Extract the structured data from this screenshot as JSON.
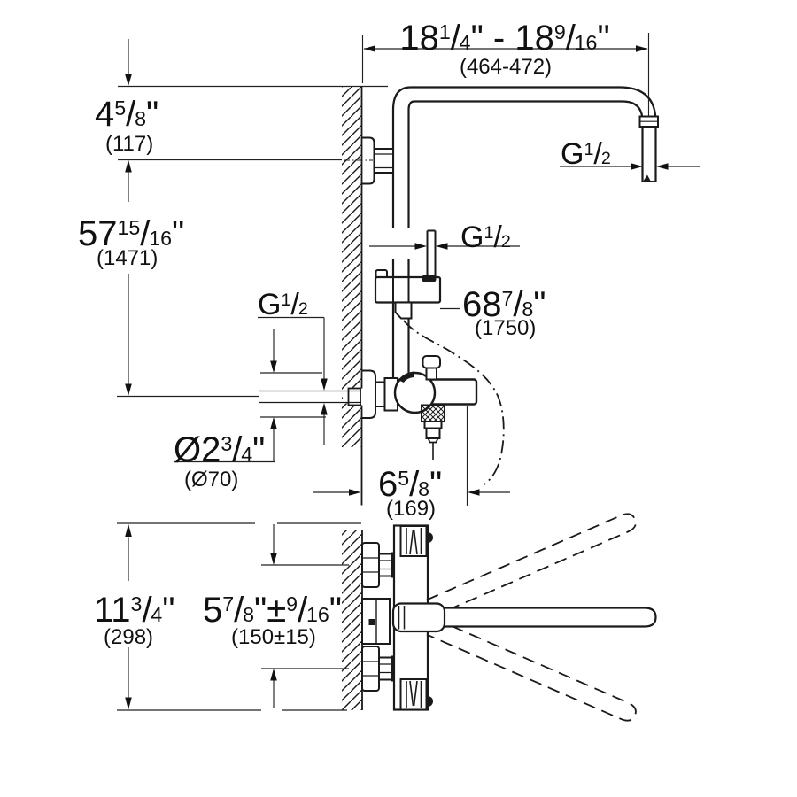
{
  "labels": {
    "width_range": {
      "whole1": "18",
      "num1": "1",
      "slash1": "/",
      "den1": "4",
      "quote1": "\"",
      "sep": " - ",
      "whole2": "18",
      "num2": "9",
      "slash2": "/",
      "den2": "16",
      "quote2": "\"",
      "metric": "(464-472)"
    },
    "arm_offset": {
      "whole": "4",
      "num": "5",
      "slash": "/",
      "den": "8",
      "quote": "\"",
      "metric": "(117)"
    },
    "riser_height": {
      "whole": "57",
      "num": "15",
      "slash": "/",
      "den": "16",
      "quote": "\"",
      "metric": "(1471)"
    },
    "thread_arm": {
      "g": "G",
      "num": "1",
      "slash": "/",
      "den": "2"
    },
    "thread_holder": {
      "g": "G",
      "num": "1",
      "slash": "/",
      "den": "2"
    },
    "thread_supply": {
      "g": "G",
      "num": "1",
      "slash": "/",
      "den": "2"
    },
    "holder_height": {
      "whole": "68",
      "num": "7",
      "slash": "/",
      "den": "8",
      "quote": "\"",
      "metric": "(1750)"
    },
    "escutcheon_dia": {
      "whole": "Ø2",
      "num": "3",
      "slash": "/",
      "den": "4",
      "quote": "\"",
      "metric": "(Ø70)"
    },
    "spout_projection": {
      "whole": "6",
      "num": "5",
      "slash": "/",
      "den": "8",
      "quote": "\"",
      "metric": "(169)"
    },
    "body_width": {
      "whole": "11",
      "num": "3",
      "slash": "/",
      "den": "4",
      "quote": "\"",
      "metric": "(298)"
    },
    "supply_distance": {
      "whole": "5",
      "num": "7",
      "slash": "/",
      "den": "8",
      "quote": "\"",
      "pm": "±",
      "num2": "9",
      "slash2": "/",
      "den2": "16",
      "quote2": "\"",
      "metric": "(150±15)"
    }
  },
  "colors": {
    "line": "#1a1a1a",
    "dim_line": "#222222",
    "text": "#111111",
    "background": "#ffffff"
  }
}
